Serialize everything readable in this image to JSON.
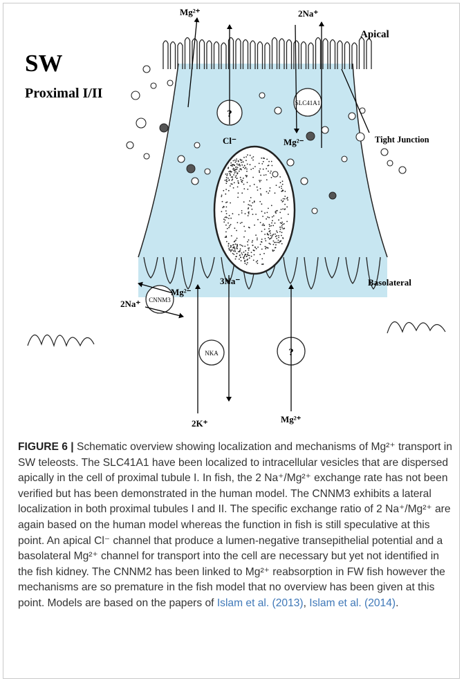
{
  "figure": {
    "title": "SW",
    "subtitle": "Proximal I/II",
    "apical_label": "Apical",
    "basolateral_label": "Basolateral",
    "tight_junction_label": "Tight Junction",
    "transporters": {
      "apical_unknown": "?",
      "slc41a1": "SLC41A1",
      "cnnm3": "CNNM3",
      "nka": "NKA",
      "basolateral_unknown": "?"
    },
    "ions": {
      "mg_top": "Mg²⁺",
      "na2_top": "2Na⁺",
      "cl": "Cl⁻",
      "mg_slc": "Mg²⁻",
      "na3": "3Na⁻",
      "mg_cnnm": "Mg²⁻",
      "na2_cnnm": "2Na⁺",
      "k2": "2K⁺",
      "mg_bottom": "Mg²⁺"
    }
  },
  "caption": {
    "label": "FIGURE 6 |",
    "text": " Schematic overview showing localization and mechanisms of Mg²⁺ transport in SW teleosts. The SLC41A1 have been localized to intracellular vesicles that are dispersed apically in the cell of proximal tubule I. In fish, the 2 Na⁺/Mg²⁺ exchange rate has not been verified but has been demonstrated in the human model. The CNNM3 exhibits a lateral localization in both proximal tubules I and II. The specific exchange ratio of 2 Na⁺/Mg²⁺ are again based on the human model whereas the function in fish is still speculative at this point. An apical Cl⁻ channel that produce a lumen-negative transepithelial potential and a basolateral Mg²⁺ channel for transport into the cell are necessary but yet not identified in the fish kidney. The CNNM2 has been linked to Mg²⁺ reabsorption in FW fish however the mechanisms are so premature in the fish model that no overview has been given at this point. Models are based on the papers of ",
    "ref1": "Islam et al. (2013)",
    "sep": ", ",
    "ref2": "Islam et al. (2014)",
    "end": "."
  }
}
